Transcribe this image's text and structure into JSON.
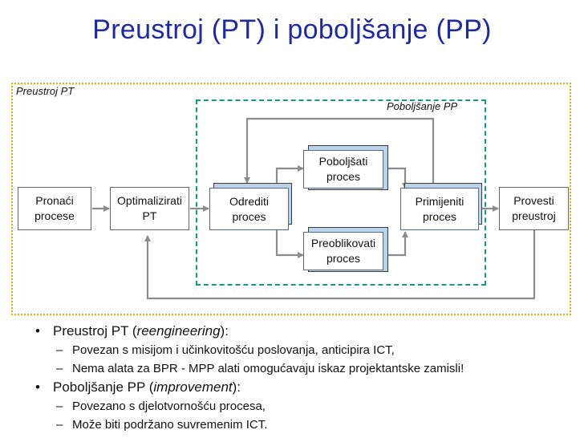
{
  "title": "Preustroj (PT) i poboljšanje (PP)",
  "diagram": {
    "outer_label": "Preustroj PT",
    "inner_label": "Poboljšanje PP",
    "nodes": {
      "pronaci": {
        "line1": "Pronaći",
        "line2": "procese"
      },
      "optimalizirati": {
        "line1": "Optimalizirati",
        "line2": "PT"
      },
      "odrediti": {
        "line1": "Odrediti",
        "line2": "proces"
      },
      "poboljsati": {
        "line1": "Poboljšati",
        "line2": "proces"
      },
      "preoblikovati": {
        "line1": "Preoblikovati",
        "line2": "proces"
      },
      "primijeniti": {
        "line1": "Primijeniti",
        "line2": "proces"
      },
      "provesti": {
        "line1": "Provesti",
        "line2": "preustroj"
      }
    }
  },
  "bullets": {
    "pt": {
      "prefix": "Preustroj PT (",
      "term": "reengineering",
      "suffix": "):",
      "items": [
        "Povezan s misijom i učinkovitošću poslovanja, anticipira ICT,",
        "Nema alata za BPR - MPP alati omogućavaju iskaz projektantske zamisli!"
      ]
    },
    "pp": {
      "prefix": "Poboljšanje PP (",
      "term": "improvement",
      "suffix": "):",
      "items": [
        "Povezano s djelotvornošću procesa,",
        "Može biti podržano suvremenim ICT."
      ]
    }
  }
}
